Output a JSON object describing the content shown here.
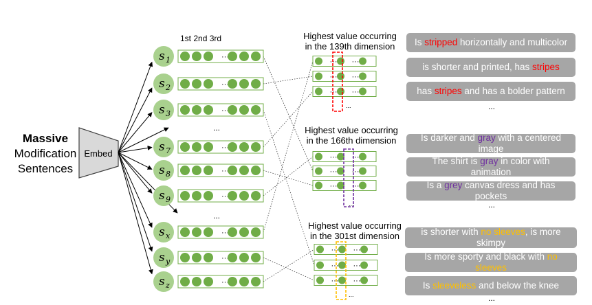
{
  "input_label": [
    "Massive",
    "Modification",
    "Sentences"
  ],
  "embed_label": "Embed",
  "order_header": "1st 2nd 3rd",
  "sentences": [
    "1",
    "2",
    "3",
    "7",
    "8",
    "9",
    "x",
    "y",
    "z"
  ],
  "sentence_letter": "s",
  "vector_gap_text": "...",
  "inline_dots": "···",
  "groups": [
    {
      "heading": [
        "Highest value occurring",
        "in the 139th dimension"
      ],
      "highlight_color": "#ff0000",
      "keyword_class": "kw-red",
      "sentences": [
        {
          "before": "Is ",
          "keyword": "stripped",
          "after": " horizontally and multicolor"
        },
        {
          "before": "is shorter and printed, has ",
          "keyword": "stripes",
          "after": ""
        },
        {
          "before": "has ",
          "keyword": "stripes",
          "after": " and has a bolder pattern"
        }
      ],
      "more": "..."
    },
    {
      "heading": [
        "Highest value occurring",
        "in the 166th dimension"
      ],
      "highlight_color": "#7030a0",
      "keyword_class": "kw-purple",
      "sentences": [
        {
          "before": "Is darker and ",
          "keyword": "gray",
          "after": " with a centered image"
        },
        {
          "before": "The shirt is ",
          "keyword": "gray",
          "after": " in color with animation"
        },
        {
          "before": "Is a ",
          "keyword": "grey",
          "after": " canvas dress and has pockets"
        }
      ],
      "more": "..."
    },
    {
      "heading": [
        "Highest value occurring",
        "in the 301st dimension"
      ],
      "highlight_color": "#ffc000",
      "keyword_class": "kw-orange",
      "sentences": [
        {
          "before": "is shorter with ",
          "keyword": "no sleeves",
          "after": ", is more skimpy"
        },
        {
          "before": "Is more sporty and black with ",
          "keyword": "no sleeves",
          "after": ""
        },
        {
          "before": "Is ",
          "keyword": "sleeveless",
          "after": " and below the knee"
        }
      ],
      "more": "..."
    }
  ],
  "colors": {
    "node_fill": "#a9d18e",
    "dot_fill": "#70ad47",
    "vector_border": "#70ad47",
    "sentence_bg": "#a6a6a6",
    "trapezoid_fill": "#d9d9d9"
  }
}
